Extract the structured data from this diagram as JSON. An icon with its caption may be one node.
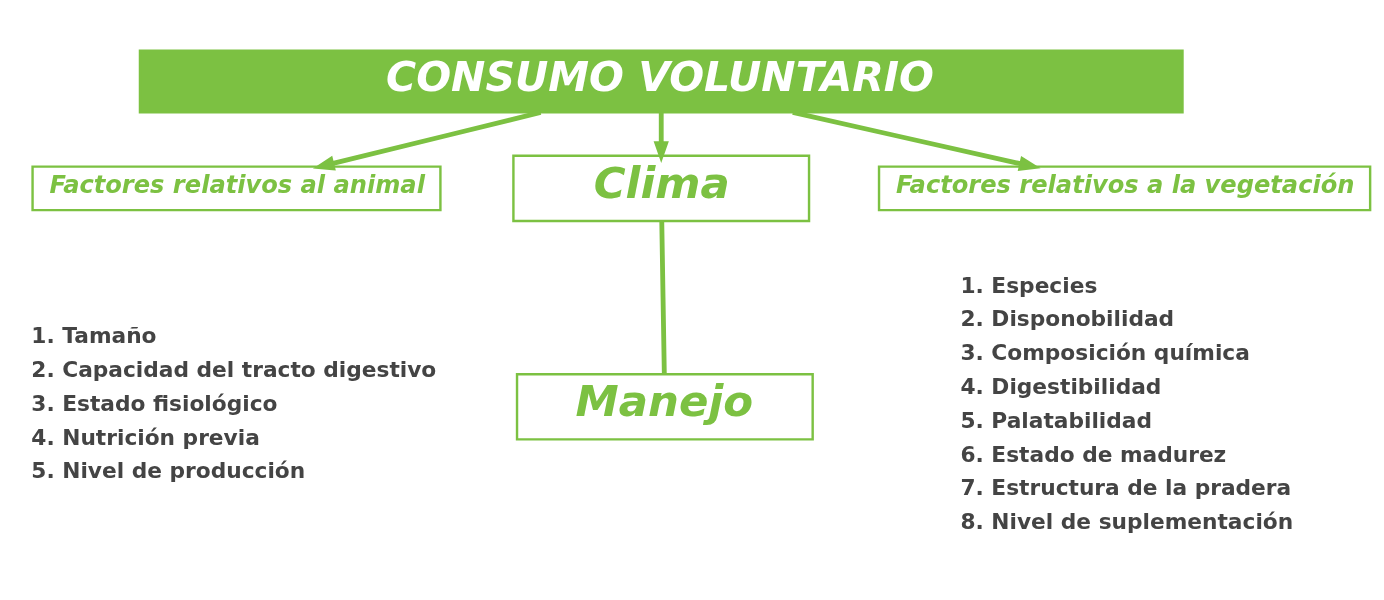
{
  "diagram": {
    "nodes": [
      {
        "text": [
          "CONSUMO VOLUNTARIO"
        ]
      },
      {
        "text": [
          "Factores relativos al animal"
        ],
        "beside": [
          "1. Tamaño",
          "2. Capacidad del tracto digestivo",
          "3. Estado fisiológico",
          "4. Nutrición previa",
          "5. Nivel de producción"
        ]
      },
      {
        "text": [
          "Clima"
        ]
      },
      {
        "text": [
          "Manejo"
        ]
      },
      {
        "text": [
          "Factores relativos a la vegetación"
        ],
        "beside": [
          "1. Especies",
          "2. Disponobilidad",
          "3. Composición química",
          "4. Digestibilidad",
          "5. Palatabilidad",
          "6. Estado de madurez",
          "7. Estructura de la pradera",
          "8. Nivel de suplementación"
        ]
      }
    ],
    "edges": [
      {
        "from": 0,
        "to": 1,
        "arrow": "to"
      },
      {
        "from": 0,
        "to": 2,
        "arrow": "to"
      },
      {
        "from": 0,
        "to": 4,
        "arrow": "to"
      },
      {
        "from": 2,
        "to": 3,
        "arrow": "none"
      }
    ]
  }
}
